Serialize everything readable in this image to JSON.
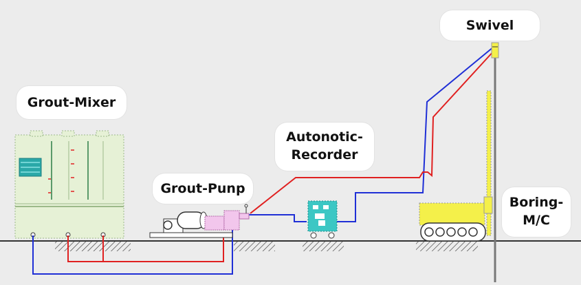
{
  "labels": {
    "swivel": "Swivel",
    "grout_mixer": "Grout-Mixer",
    "recorder_line1": "Autonotic-",
    "recorder_line2": "Recorder",
    "grout_pump": "Grout-Punp",
    "boring_line1": "Boring-",
    "boring_line2": "M/C"
  },
  "colors": {
    "background": "#ececec",
    "ground": "#333333",
    "supply_line": "#1f2fd6",
    "return_line": "#e02020",
    "mixer": "#e6f1d6",
    "mixer_panel": "#2aa8a8",
    "pump": "#f2c6ec",
    "recorder": "#3cc7c4",
    "boring_machine": "#f4f04a",
    "label_bg": "#ffffff"
  }
}
